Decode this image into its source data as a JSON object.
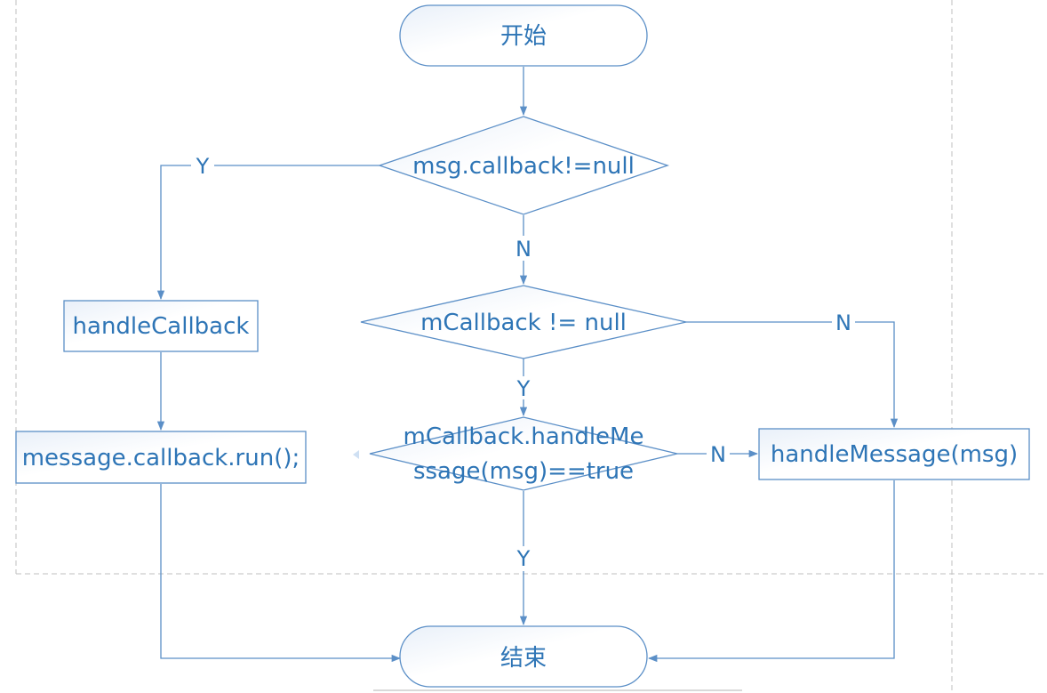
{
  "nodes": {
    "start": "开始",
    "decision_msg_callback": "msg.callback!=null",
    "decision_mcallback": "mCallback != null",
    "decision_handle_message_line1": "mCallback.handleMe",
    "decision_handle_message_line2": "ssage(msg)==true",
    "handle_callback": "handleCallback",
    "message_callback_run": "message.callback.run();",
    "handle_message": "handleMessage(msg)",
    "end": "结束"
  },
  "edges": {
    "msg_callback_yes": "Y",
    "msg_callback_no": "N",
    "mcallback_no": "N",
    "mcallback_yes": "Y",
    "handle_message_no": "N",
    "handle_message_yes": "Y"
  },
  "colors": {
    "text": "#2e75b6",
    "stroke": "#5b8fc7",
    "fill_light": "#f2f6fb",
    "guide": "#bfbfbf"
  }
}
